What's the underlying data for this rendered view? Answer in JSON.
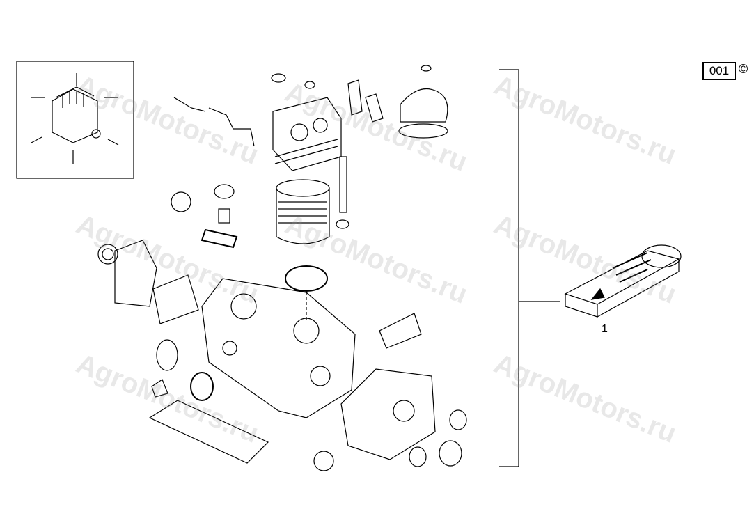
{
  "page_badge": "001",
  "copyright_symbol": "©",
  "watermark": "AgroMotors.ru",
  "callouts": [
    {
      "ref": "1"
    }
  ],
  "colors": {
    "line": "#000000",
    "watermark": "#969696"
  }
}
